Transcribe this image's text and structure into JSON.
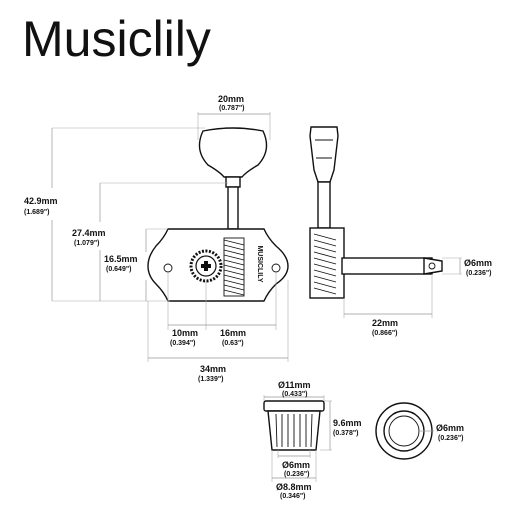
{
  "brand": "Musiclily",
  "dimensions": {
    "overall_height": {
      "metric": "42.9mm",
      "imperial": "(1.689\")"
    },
    "post_height": {
      "metric": "27.4mm",
      "imperial": "(1.079\")"
    },
    "plate_height": {
      "metric": "16.5mm",
      "imperial": "(0.649\")"
    },
    "button_width": {
      "metric": "20mm",
      "imperial": "(0.787\")"
    },
    "screw_offset": {
      "metric": "10mm",
      "imperial": "(0.394\")"
    },
    "post_spacing": {
      "metric": "16mm",
      "imperial": "(0.63\")"
    },
    "plate_length": {
      "metric": "34mm",
      "imperial": "(1.339\")"
    },
    "post_length": {
      "metric": "22mm",
      "imperial": "(0.866\")"
    },
    "post_diameter": {
      "metric": "Ø6mm",
      "imperial": "(0.236\")"
    },
    "bushing_top": {
      "metric": "Ø11mm",
      "imperial": "(0.433\")"
    },
    "bushing_height": {
      "metric": "9.6mm",
      "imperial": "(0.378\")"
    },
    "bushing_inner": {
      "metric": "Ø6mm",
      "imperial": "(0.236\")"
    },
    "bushing_bottom": {
      "metric": "Ø8.8mm",
      "imperial": "(0.346\")"
    },
    "bushing_hole": {
      "metric": "Ø6mm",
      "imperial": "(0.236\")"
    }
  },
  "plate_text": "MUSICLILY"
}
